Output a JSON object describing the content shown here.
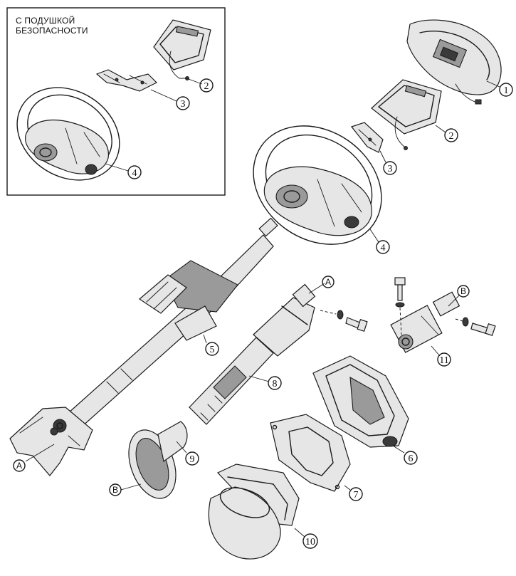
{
  "inset": {
    "caption_line1": "С ПОДУШКОЙ",
    "caption_line2": "БЕЗОПАСНОСТИ"
  },
  "callouts": {
    "n1": "1",
    "n2": "2",
    "n3": "3",
    "n4": "4",
    "n5": "5",
    "n6": "6",
    "n7": "7",
    "n8": "8",
    "n9": "9",
    "n10": "10",
    "n11": "11"
  },
  "letters": {
    "a": "A",
    "b": "B"
  }
}
